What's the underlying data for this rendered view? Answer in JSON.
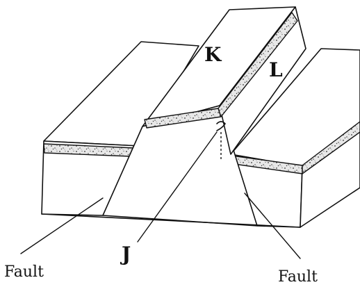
{
  "labels": {
    "block_k": "K",
    "block_l": "L",
    "point_j": "J",
    "fault_left": "Fault",
    "fault_right": "Fault"
  },
  "colors": {
    "ink": "#111111",
    "paper": "#ffffff"
  }
}
